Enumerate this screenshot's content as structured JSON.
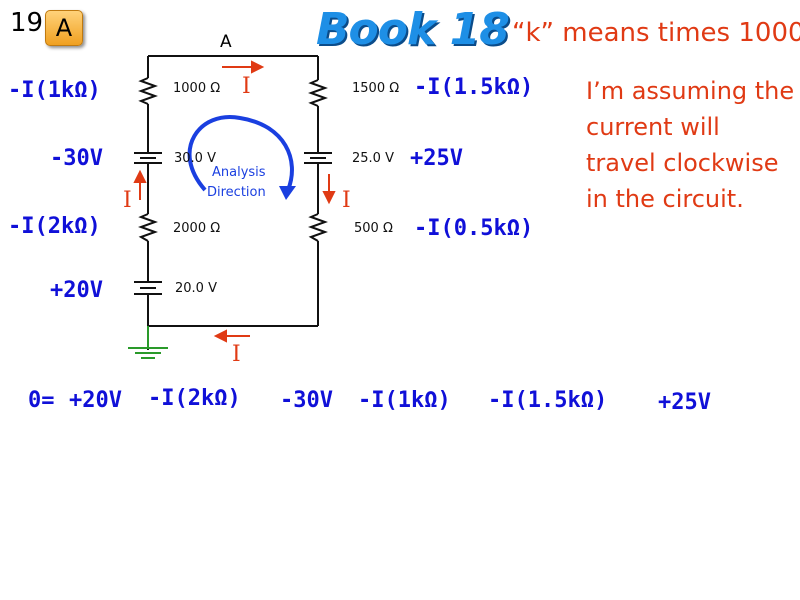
{
  "header": {
    "slide_number": "19",
    "badge": "A",
    "book_title": "Book 18",
    "note": "“k” means times 1000"
  },
  "circuit": {
    "node_label": "A",
    "resistors": {
      "r_top_left": "1000 Ω",
      "r_bottom_left": "2000 Ω",
      "r_top_right": "1500 Ω",
      "r_bottom_right": "500 Ω"
    },
    "sources": {
      "v_left_top": "30.0 V",
      "v_right": "25.0 V",
      "v_left_bottom": "20.0 V"
    },
    "analysis_label_line1": "Analysis",
    "analysis_label_line2": "Direction",
    "current_symbol": "I"
  },
  "annotations": {
    "left_r1": "-I(1kΩ)",
    "left_v1": "-30V",
    "left_r2": "-I(2kΩ)",
    "left_v2": "+20V",
    "right_r1": "-I(1.5kΩ)",
    "right_v": "+25V",
    "right_r2": "-I(0.5kΩ)"
  },
  "assumption": {
    "line1": "I’m assuming the",
    "line2": "current will",
    "line3": "travel clockwise",
    "line4": "in the circuit."
  },
  "equation": {
    "t1": "0=",
    "t2": "+20V",
    "t3": "-I(2kΩ)",
    "t4": "-30V",
    "t5": "-I(1kΩ)",
    "t6": "-I(1.5kΩ)",
    "t7": "+25V"
  },
  "colors": {
    "equation_blue": "#1010d8",
    "arrow_red": "#e03a14",
    "analysis_blue": "#1a3fe0",
    "ground_green": "#2a9a2a",
    "book_blue": "#1e8fe6",
    "badge_orange": "#f5a623"
  }
}
